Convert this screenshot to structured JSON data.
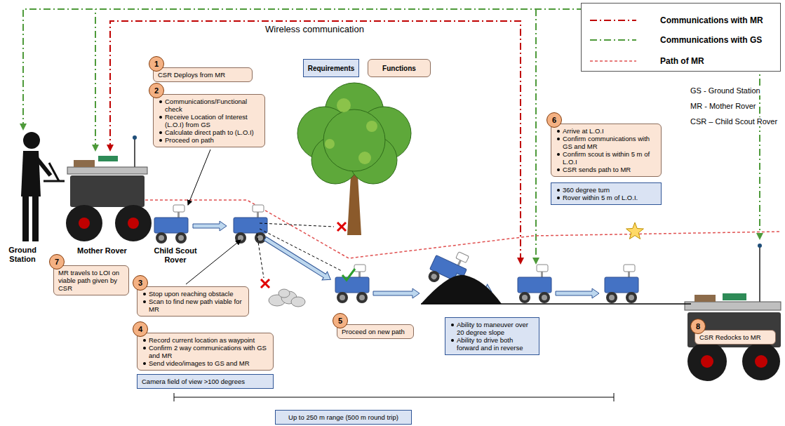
{
  "diagram": {
    "nodes": [
      {
        "text": [
          "Requirements"
        ]
      },
      {
        "text": [
          "Functions"
        ]
      },
      {
        "text": [
          "1"
        ]
      },
      {
        "text": [
          "CSR Deploys from MR"
        ]
      },
      {
        "text": [
          "2"
        ]
      },
      {
        "text": [
          "Communications/Functional check",
          "Receive Location of Interest (L.O.I) from GS",
          "Calculate direct path to (L.O.I)",
          "Proceed on path"
        ]
      },
      {
        "text": [
          "6"
        ]
      },
      {
        "text": [
          "Arrive at L.O.I",
          "Confirm communications with GS and MR",
          "Confirm scout is within 5 m of L.O.I",
          "CSR sends path to MR"
        ]
      },
      {
        "text": [
          "360 degree turn",
          "Rover within 5 m of L.O.I."
        ]
      },
      {
        "text": [
          "7"
        ]
      },
      {
        "text": [
          "MR travels to LOI on viable path given by CSR"
        ]
      },
      {
        "text": [
          "3"
        ]
      },
      {
        "text": [
          "Stop upon reaching obstacle",
          "Scan to find new path viable for MR"
        ]
      },
      {
        "text": [
          "4"
        ]
      },
      {
        "text": [
          "Record current location as waypoint",
          "Confirm 2 way communications with GS and MR",
          "Send video/images to GS and MR"
        ]
      },
      {
        "text": [
          "Camera field of view >100 degrees"
        ]
      },
      {
        "text": [
          "5"
        ]
      },
      {
        "text": [
          "Proceed on new path"
        ]
      },
      {
        "text": [
          "Ability to maneuver over 20 degree slope",
          "Ability to drive both forward and in reverse"
        ]
      },
      {
        "text": [
          "8"
        ]
      },
      {
        "text": [
          "CSR Redocks to MR"
        ]
      },
      {
        "text": [
          "Up to 250 m range (500 m round trip)"
        ]
      }
    ],
    "labels": [
      "Wireless communication",
      "GS - Ground Station",
      "MR - Mother Rover",
      "CSR – Child Scout Rover",
      "Ground Station",
      "Mother Rover",
      "Child Scout Rover"
    ],
    "legend": [
      {
        "text": "Communications with MR"
      },
      {
        "text": "Communications with GS"
      },
      {
        "text": "Path of MR"
      }
    ]
  }
}
